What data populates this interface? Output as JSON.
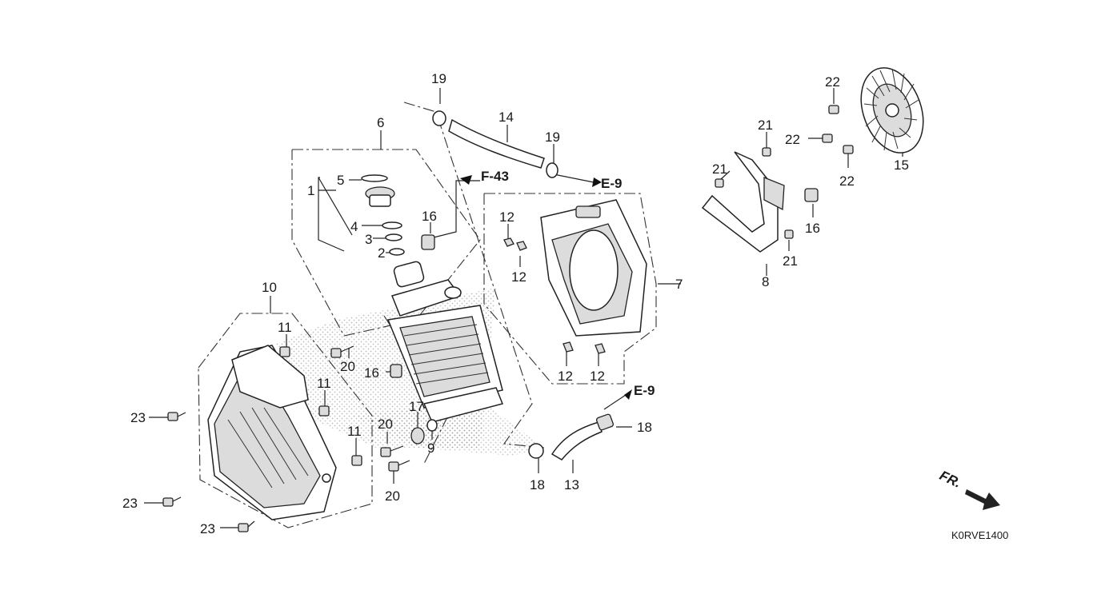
{
  "diagram_code": "K0RVE1400",
  "direction_label": "FR.",
  "references": {
    "f43": "F-43",
    "e9_top": "E-9",
    "e9_bottom": "E-9"
  },
  "callouts": {
    "c1": "1",
    "c2": "2",
    "c3": "3",
    "c4": "4",
    "c5": "5",
    "c6": "6",
    "c7": "7",
    "c8": "8",
    "c9": "9",
    "c10": "10",
    "c11a": "11",
    "c11b": "11",
    "c11c": "11",
    "c12a": "12",
    "c12b": "12",
    "c12c": "12",
    "c12d": "12",
    "c13": "13",
    "c14": "14",
    "c15": "15",
    "c16a": "16",
    "c16b": "16",
    "c16c": "16",
    "c17": "17",
    "c18a": "18",
    "c18b": "18",
    "c19a": "19",
    "c19b": "19",
    "c20a": "20",
    "c20b": "20",
    "c20c": "20",
    "c21a": "21",
    "c21b": "21",
    "c21c": "21",
    "c22a": "22",
    "c22b": "22",
    "c22c": "22",
    "c23a": "23",
    "c23b": "23",
    "c23c": "23"
  }
}
